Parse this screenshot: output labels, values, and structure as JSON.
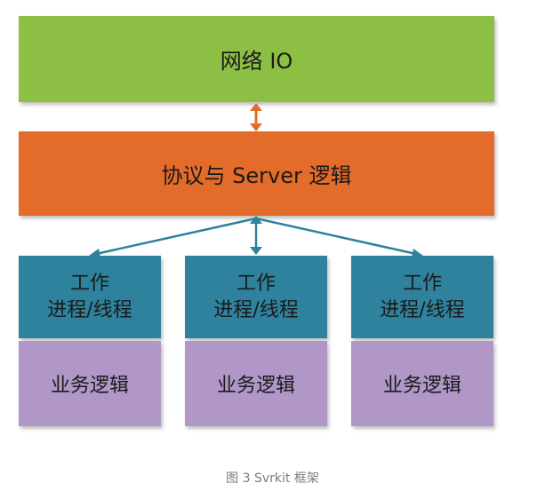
{
  "layers": {
    "network": "网络 IO",
    "protocol": "协议与 Server 逻辑",
    "workers": [
      {
        "line1": "工作",
        "line2": "进程/线程"
      },
      {
        "line1": "工作",
        "line2": "进程/线程"
      },
      {
        "line1": "工作",
        "line2": "进程/线程"
      }
    ],
    "business": [
      "业务逻辑",
      "业务逻辑",
      "业务逻辑"
    ]
  },
  "caption": "图 3 Svrkit 框架",
  "colors": {
    "network": "#8cbf44",
    "protocol": "#e46c2a",
    "worker": "#2e829d",
    "business": "#b097c7",
    "arrow_orange": "#e46c2a",
    "arrow_blue": "#2e829d"
  }
}
